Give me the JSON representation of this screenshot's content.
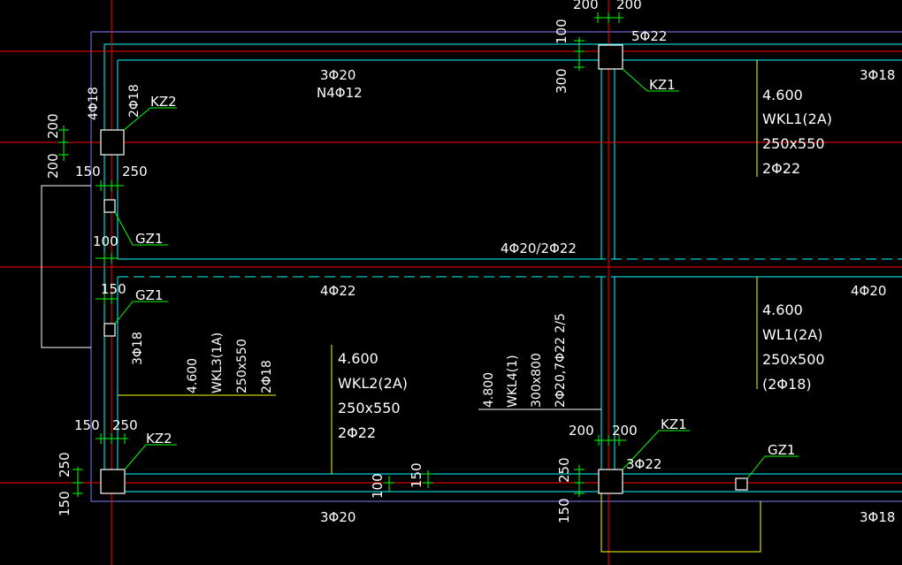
{
  "colors": {
    "background": "#000000",
    "axis": "#ff0000",
    "wall_outer": "#8080ff",
    "beam_edge": "#00ffff",
    "dimension": "#00ff00",
    "label": "#ffffff",
    "leader": "#ffff00",
    "column_fill": "#000000"
  },
  "columns": {
    "kz2_top": "KZ2",
    "kz1_top": "KZ1",
    "kz2_bottom": "KZ2",
    "kz1_bottom": "KZ1",
    "gz1_a": "GZ1",
    "gz1_b": "GZ1",
    "gz1_c": "GZ1"
  },
  "beams": {
    "wkl1": {
      "elev": "4.600",
      "name": "WKL1(2A)",
      "size": "250x550",
      "bottom": "2Φ22"
    },
    "wl1": {
      "elev": "4.600",
      "name": "WL1(2A)",
      "size": "250x500",
      "bottom": "(2Φ18)"
    },
    "wkl2": {
      "elev": "4.600",
      "name": "WKL2(2A)",
      "size": "250x550",
      "bottom": "2Φ22"
    },
    "wkl3": {
      "elev": "4.600",
      "name": "WKL3(1A)",
      "size": "250x550",
      "bottom": "2Φ18"
    },
    "wkl4": {
      "elev": "4.800",
      "name": "WKL4(1)",
      "size": "300x800",
      "bottom": "2Φ20,7Φ22 2/5"
    }
  },
  "rebar": {
    "top_3phi20": "3Φ20",
    "top_n4phi12": "N4Φ12",
    "top_right_3phi18": "3Φ18",
    "top_5phi22": "5Φ22",
    "left_4phi18": "4Φ18",
    "left_2phi18": "2Φ18",
    "mid_4phi20_2phi22": "4Φ20/2Φ22",
    "mid_4phi22": "4Φ22",
    "mid_right_4phi20": "4Φ20",
    "left_3phi18": "3Φ18",
    "bottom_3phi22": "3Φ22",
    "bottom_3phi20": "3Φ20",
    "bottom_right_3phi18": "3Φ18"
  },
  "dims": {
    "top_200_left": "200",
    "top_200_right": "200",
    "top_100": "100",
    "top_300": "300",
    "left_200_a": "200",
    "left_200_b": "200",
    "left_150": "150",
    "left_250": "250",
    "left_100": "100",
    "left_150_mid": "150",
    "bottom_left_150": "150",
    "bottom_left_250": "250",
    "bottom_left_250_v": "250",
    "bottom_left_150_v": "150",
    "bottom_mid_100": "100",
    "bottom_mid_150": "150",
    "bottom_right_200_a": "200",
    "bottom_right_200_b": "200",
    "bottom_right_250_v": "250",
    "bottom_right_150_v": "150"
  }
}
